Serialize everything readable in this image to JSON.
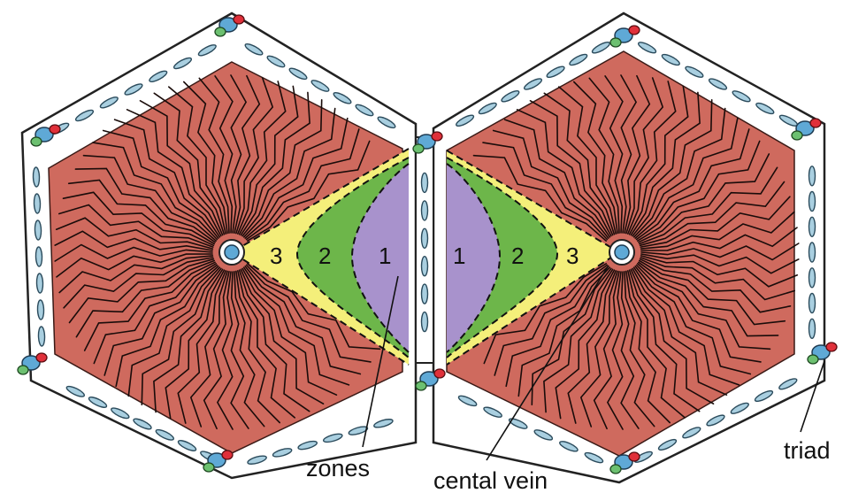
{
  "labels": {
    "left_zones": [
      "3",
      "2",
      "1"
    ],
    "right_zones": [
      "1",
      "2",
      "3"
    ],
    "zones": "zones",
    "central_vein": "cental vein",
    "triad": "triad"
  },
  "colors": {
    "parenchyma": "#cf6a5e",
    "zone1": "#a892cc",
    "zone2": "#6db64a",
    "zone3": "#f4ef7a",
    "vessel_blue": "#5fa9d6",
    "vessel_red": "#e0303a",
    "vessel_green": "#6cc070"
  }
}
